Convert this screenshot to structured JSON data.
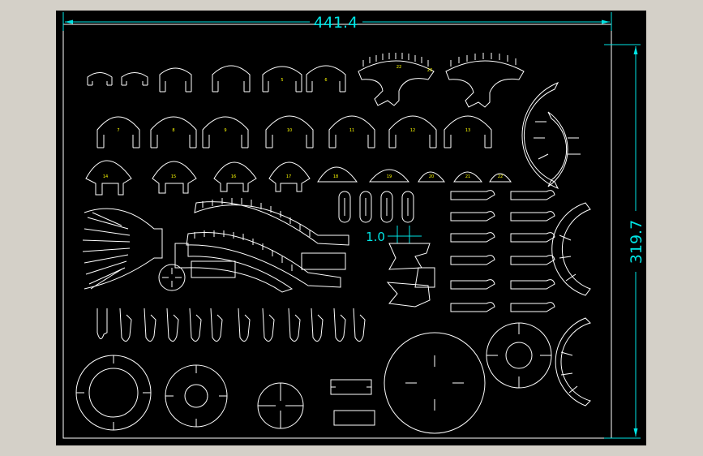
{
  "dimensions": {
    "width_label": "441.4",
    "height_label": "319.7",
    "gap_label": "1.0"
  },
  "part_labels": {
    "row1": [
      "5",
      "6"
    ],
    "row1_combs": [
      "22",
      "23"
    ],
    "row2": [
      "7",
      "8",
      "9",
      "10",
      "11",
      "12",
      "13"
    ],
    "row3": [
      "14",
      "15",
      "16",
      "17",
      "18",
      "19",
      "20",
      "21",
      "22"
    ]
  },
  "colors": {
    "background": "#000000",
    "geometry": "#ffffff",
    "dimension": "#00e5e5",
    "label": "#ffff00"
  }
}
